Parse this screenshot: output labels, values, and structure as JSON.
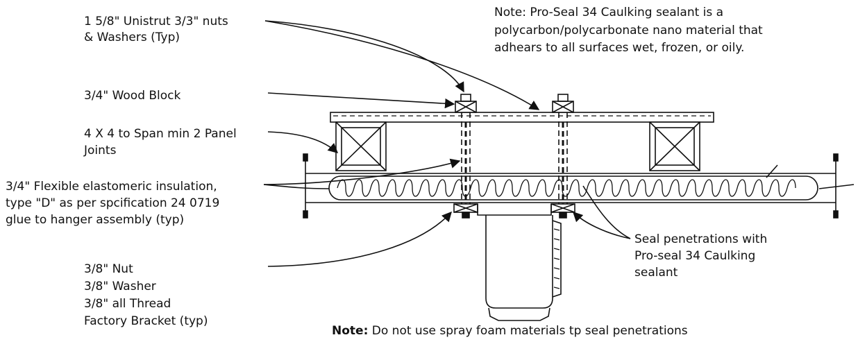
{
  "note_top": {
    "lines": [
      "Note: Pro-Seal 34 Caulking sealant is a",
      "polycarbon/polycarbonate nano material that",
      "adhears to all surfaces wet, frozen, or oily."
    ]
  },
  "labels": {
    "unistrut": [
      "1 5/8\" Unistrut 3/3\" nuts",
      "& Washers (Typ)"
    ],
    "wood_block": [
      "3/4\" Wood Block"
    ],
    "four_by_four": [
      "4 X 4 to Span min 2 Panel",
      "Joints"
    ],
    "insulation": [
      "3/4\" Flexible elastomeric insulation,",
      "type \"D\" as per spcification 24 0719",
      "glue to hanger assembly (typ)"
    ],
    "nut_bracket": [
      "3/8\" Nut",
      "3/8\" Washer",
      "3/8\" all Thread",
      "Factory Bracket (typ)"
    ],
    "seal": [
      "Seal penetrations with",
      "Pro-seal 34 Caulking",
      "sealant"
    ]
  },
  "note_bottom": {
    "prefix": "Note:",
    "text": " Do not use spray foam materials tp seal penetrations"
  },
  "colors": {
    "ink": "#111111",
    "background": "#ffffff"
  }
}
